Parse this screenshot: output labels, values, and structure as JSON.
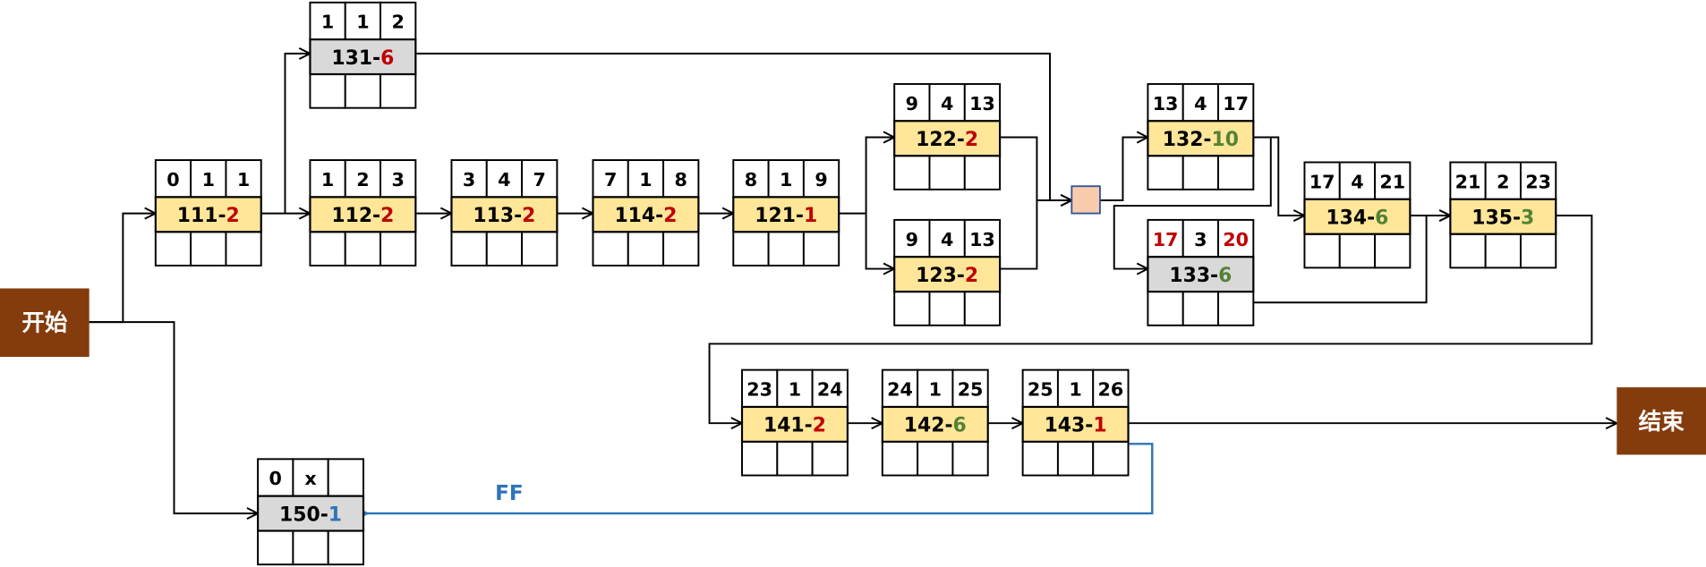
{
  "colors": {
    "task_fill": "#FFE699",
    "inactive_fill": "#D9D9D9",
    "critical": "#C00000",
    "float": "#548235",
    "link": "#2E75B6",
    "terminal": "#843C0C",
    "merge_fill": "#F8CBAD",
    "merge_stroke": "#2F5597"
  },
  "start": {
    "label": "开始"
  },
  "end": {
    "label": "结束"
  },
  "ff_label": "FF",
  "nodes": [
    {
      "id": "131",
      "label": "131-",
      "duration": "6",
      "duration_color": "#C00000",
      "es": "1",
      "d": "1",
      "ef": "2",
      "fill": "grey"
    },
    {
      "id": "111",
      "label": "111-",
      "duration": "2",
      "duration_color": "#C00000",
      "es": "0",
      "d": "1",
      "ef": "1",
      "fill": "yellow"
    },
    {
      "id": "112",
      "label": "112-",
      "duration": "2",
      "duration_color": "#C00000",
      "es": "1",
      "d": "2",
      "ef": "3",
      "fill": "yellow"
    },
    {
      "id": "113",
      "label": "113-",
      "duration": "2",
      "duration_color": "#C00000",
      "es": "3",
      "d": "4",
      "ef": "7",
      "fill": "yellow"
    },
    {
      "id": "114",
      "label": "114-",
      "duration": "2",
      "duration_color": "#C00000",
      "es": "7",
      "d": "1",
      "ef": "8",
      "fill": "yellow"
    },
    {
      "id": "121",
      "label": "121-",
      "duration": "1",
      "duration_color": "#C00000",
      "es": "8",
      "d": "1",
      "ef": "9",
      "fill": "yellow"
    },
    {
      "id": "122",
      "label": "122-",
      "duration": "2",
      "duration_color": "#C00000",
      "es": "9",
      "d": "4",
      "ef": "13",
      "fill": "yellow"
    },
    {
      "id": "123",
      "label": "123-",
      "duration": "2",
      "duration_color": "#C00000",
      "es": "9",
      "d": "4",
      "ef": "13",
      "fill": "yellow"
    },
    {
      "id": "132",
      "label": "132-",
      "duration": "10",
      "duration_color": "#548235",
      "es": "13",
      "d": "4",
      "ef": "17",
      "fill": "yellow"
    },
    {
      "id": "133",
      "label": "133-",
      "duration": "6",
      "duration_color": "#548235",
      "es": "17",
      "d": "3",
      "ef": "20",
      "es_color": "#C00000",
      "ef_color": "#C00000",
      "fill": "grey"
    },
    {
      "id": "134",
      "label": "134-",
      "duration": "6",
      "duration_color": "#548235",
      "es": "17",
      "d": "4",
      "ef": "21",
      "fill": "yellow"
    },
    {
      "id": "135",
      "label": "135-",
      "duration": "3",
      "duration_color": "#548235",
      "es": "21",
      "d": "2",
      "ef": "23",
      "fill": "yellow"
    },
    {
      "id": "141",
      "label": "141-",
      "duration": "2",
      "duration_color": "#C00000",
      "es": "23",
      "d": "1",
      "ef": "24",
      "fill": "yellow"
    },
    {
      "id": "142",
      "label": "142-",
      "duration": "6",
      "duration_color": "#548235",
      "es": "24",
      "d": "1",
      "ef": "25",
      "fill": "yellow"
    },
    {
      "id": "143",
      "label": "143-",
      "duration": "1",
      "duration_color": "#C00000",
      "es": "25",
      "d": "1",
      "ef": "26",
      "fill": "yellow"
    },
    {
      "id": "150",
      "label": "150-",
      "duration": "1",
      "duration_color": "#2E75B6",
      "es": "0",
      "d": "x",
      "ef": "",
      "fill": "grey"
    }
  ]
}
